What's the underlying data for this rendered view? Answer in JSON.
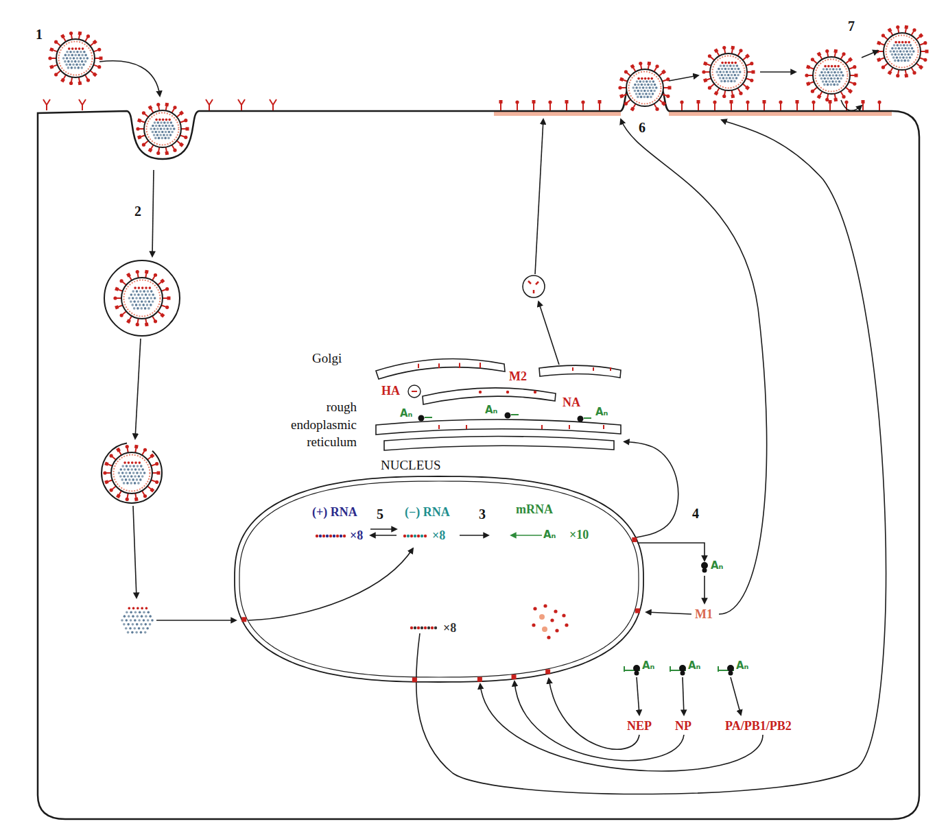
{
  "diagram": {
    "nodes": [
      {
        "text": [
          "Golgi"
        ]
      },
      {
        "text": [
          "rough endoplasmic reticulum"
        ]
      },
      {
        "text": [
          "NUCLEUS"
        ]
      }
    ],
    "edges": [
      {
        "from": 2,
        "to": 1,
        "arrow": "to"
      }
    ],
    "labels": [
      "1",
      "7",
      "6",
      "2",
      "HA",
      "M2",
      "NA",
      "Aₙ",
      "Aₙ",
      "Aₙ",
      "(+) RNA",
      "5",
      "(−) RNA",
      "3",
      "mRNA",
      "4",
      "×8",
      "×8",
      "Aₙ",
      "×10",
      "Aₙ",
      "M1",
      "×8",
      "Aₙ",
      "Aₙ",
      "Aₙ",
      "NEP",
      "NP",
      "PA/PB1/PB2"
    ]
  }
}
